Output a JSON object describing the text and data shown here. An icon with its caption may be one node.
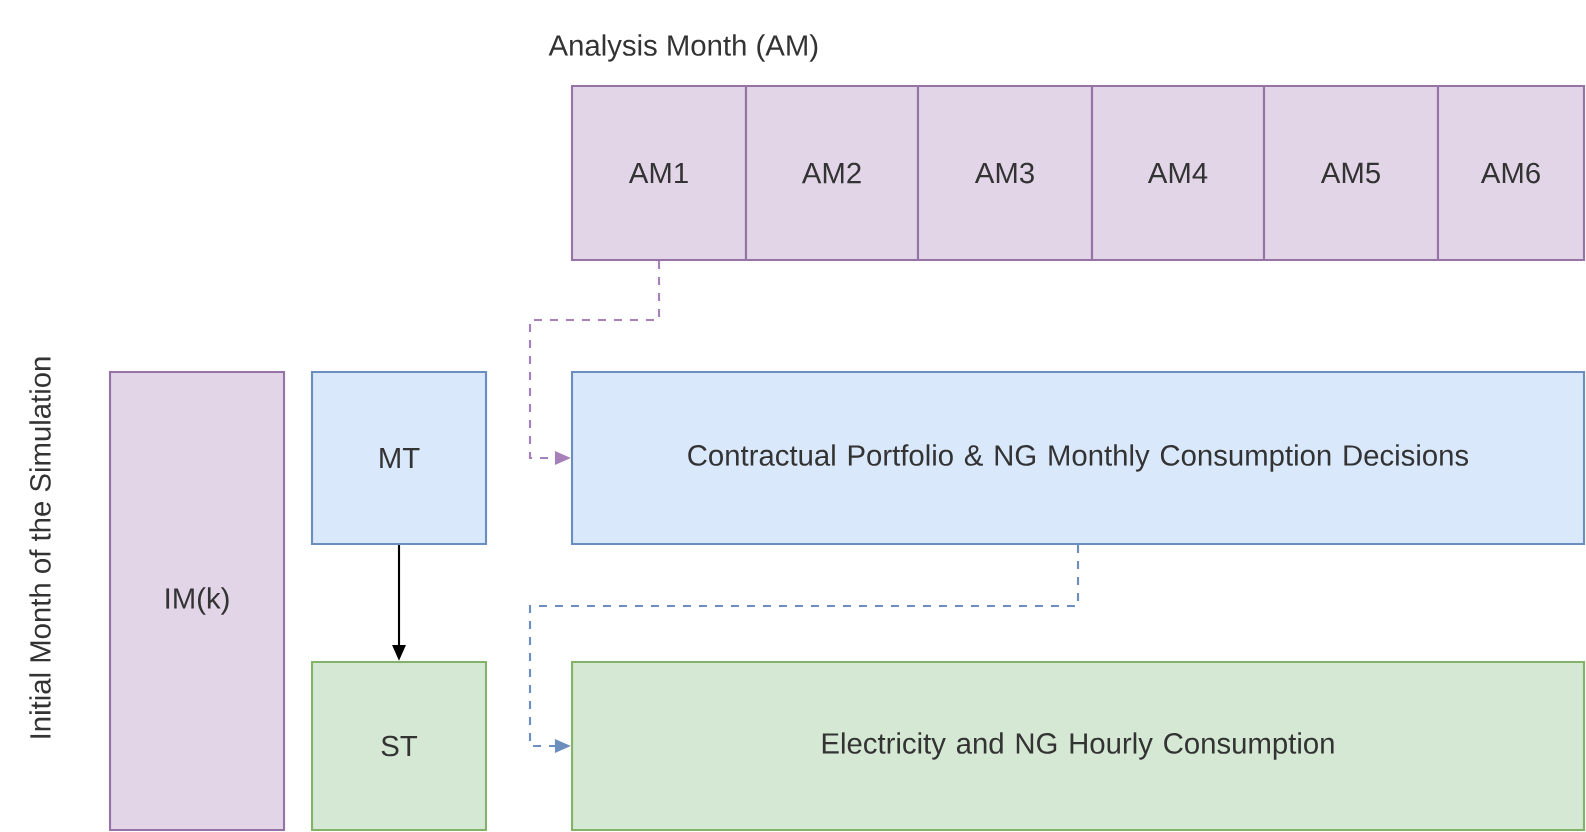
{
  "diagram": {
    "nodes": [
      {
        "text": [
          "AM1"
        ]
      },
      {
        "text": [
          "AM2"
        ]
      },
      {
        "text": [
          "AM3"
        ]
      },
      {
        "text": [
          "AM4"
        ]
      },
      {
        "text": [
          "AM5"
        ]
      },
      {
        "text": [
          "AM6"
        ]
      },
      {
        "text": [
          "IM(k)"
        ]
      },
      {
        "text": [
          "MT"
        ]
      },
      {
        "text": [
          "ST"
        ]
      },
      {
        "text": [
          "Contractual Portfolio & NG Monthly Consumption Decisions"
        ]
      },
      {
        "text": [
          "Electricity and NG Hourly Consumption"
        ]
      }
    ],
    "edges": [
      {
        "from": 7,
        "to": 8,
        "arrow": "to"
      },
      {
        "from": 0,
        "to": 9,
        "arrow": "to",
        "style": "dashed",
        "color": "#a680b8"
      },
      {
        "from": 9,
        "to": 10,
        "arrow": "to",
        "style": "dashed",
        "color": "#6c8ebf"
      }
    ],
    "labels": [
      "Analysis Month (AM)",
      "Initial Month of the Simulation"
    ]
  }
}
